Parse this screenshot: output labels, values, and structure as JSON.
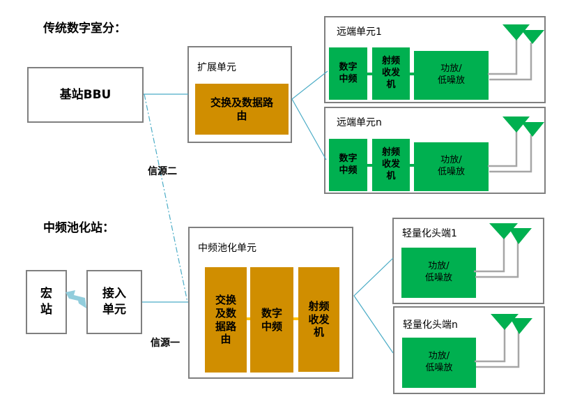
{
  "sections": {
    "traditional_title": "传统数字室分：",
    "pooling_title": "中频池化站："
  },
  "traditional": {
    "bbu_label": "基站BBU",
    "expansion_unit": {
      "title": "扩展单元",
      "module": "交换及数据路\n由"
    },
    "remote_units": [
      {
        "title": "远端单元1",
        "modules": [
          "数字\n中频",
          "射频\n收发\n机",
          "功放/\n低噪放"
        ]
      },
      {
        "title": "远端单元n",
        "modules": [
          "数字\n中频",
          "射频\n收发\n机",
          "功放/\n低噪放"
        ]
      }
    ]
  },
  "pooling": {
    "macro_station": "宏\n站",
    "access_unit": "接入\n单元",
    "pooling_unit": {
      "title": "中频池化单元",
      "modules": [
        "交换\n及数\n据路\n由",
        "数字\n中频",
        "射频\n收发\n机"
      ]
    },
    "light_heads": [
      {
        "title": "轻量化头端1",
        "module": "功放/\n低噪放"
      },
      {
        "title": "轻量化头端n",
        "module": "功放/\n低噪放"
      }
    ]
  },
  "links": {
    "source_two": "信源二",
    "source_one": "信源一"
  },
  "colors": {
    "switch_module": "#d08e00",
    "rf_module": "#00b050",
    "antenna": "#00b050",
    "link_line": "#4bacc6",
    "frame_border": "#7f7f7f",
    "wireless_bolt": "#92cddc"
  }
}
